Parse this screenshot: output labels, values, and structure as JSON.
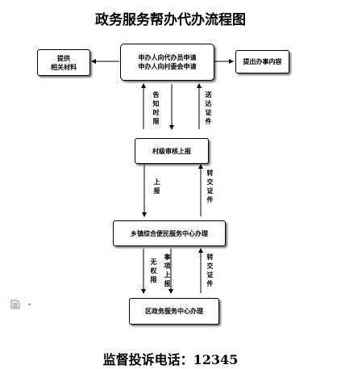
{
  "title": "政务服务帮办代办流程图",
  "nodes": {
    "apply": {
      "line1": "申办人向代办员申请",
      "line2": "申办人向村委会申请"
    },
    "provide": {
      "line1": "提供",
      "line2": "相关材料"
    },
    "submit": "提出办事内容",
    "village": "村级审核上报",
    "town": "乡镇综合便民服务中心办理",
    "district": "区政务服务中心办理"
  },
  "labels": {
    "notify": "告知时限",
    "return_docs": "送达证件",
    "report_up": "上报",
    "transfer_docs_1": "转交证件",
    "no_authority": "无权限",
    "matter_report": "事项上报",
    "transfer_docs_2": "转交证件"
  },
  "footer": "监督投诉电话：12345",
  "icons": {
    "side": "document-icon"
  }
}
